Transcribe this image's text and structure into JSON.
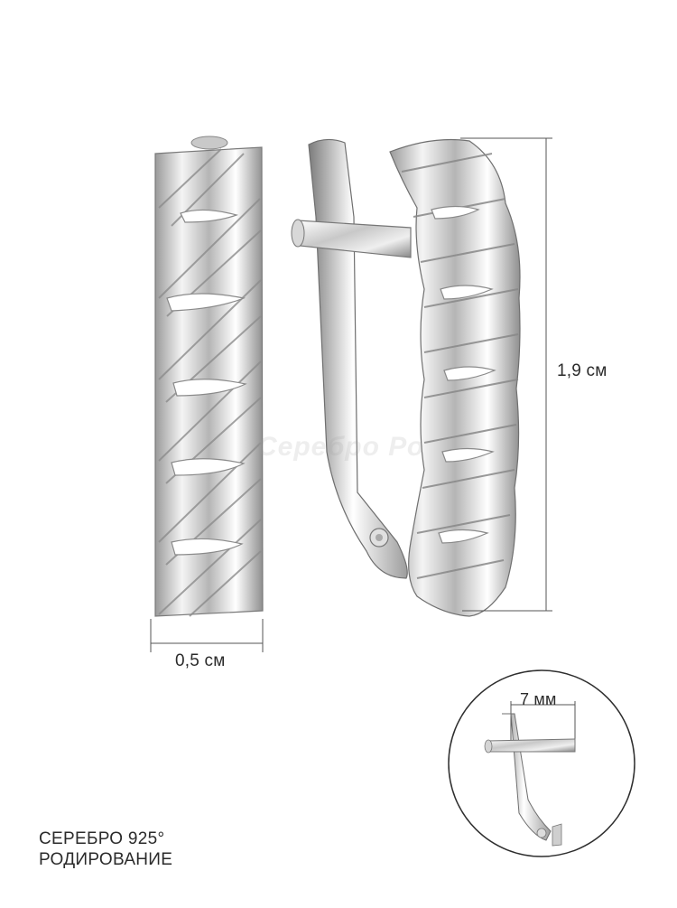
{
  "dimensions": {
    "height": "1,9 см",
    "width": "0,5 см",
    "clasp_width": "7 мм"
  },
  "material": {
    "line1": "СЕРЕБРО 925°",
    "line2": "РОДИРОВАНИЕ"
  },
  "watermark": "Серебро Ро"
}
